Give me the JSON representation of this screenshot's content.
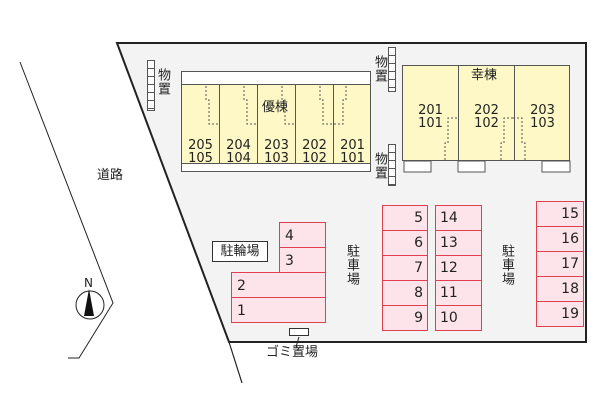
{
  "road": {
    "label": "道路"
  },
  "compass": {
    "label": "N"
  },
  "buildings": {
    "yu": {
      "name": "優棟",
      "units": [
        {
          "upper": "205",
          "lower": "105"
        },
        {
          "upper": "204",
          "lower": "104"
        },
        {
          "upper": "203",
          "lower": "103"
        },
        {
          "upper": "202",
          "lower": "102"
        },
        {
          "upper": "201",
          "lower": "101"
        }
      ]
    },
    "ko": {
      "name": "幸棟",
      "units": [
        {
          "upper": "201",
          "lower": "101"
        },
        {
          "upper": "202",
          "lower": "102"
        },
        {
          "upper": "203",
          "lower": "103"
        }
      ]
    }
  },
  "storage": {
    "label": "物置"
  },
  "bicycle_parking": {
    "label": "駐輪場"
  },
  "parking": {
    "label": "駐車場",
    "group_left": [
      "4",
      "3",
      "2",
      "1"
    ],
    "group_mid_left": [
      "5",
      "6",
      "7",
      "8",
      "9"
    ],
    "group_mid_right": [
      "14",
      "13",
      "12",
      "11",
      "10"
    ],
    "group_right": [
      "15",
      "16",
      "17",
      "18",
      "19"
    ]
  },
  "garbage": {
    "label": "ゴミ置場"
  },
  "colors": {
    "site_fill": "#f3f3f3",
    "building_fill": "#fdf8c6",
    "parking_fill": "#fde4ea",
    "parking_border": "#e0404e"
  }
}
